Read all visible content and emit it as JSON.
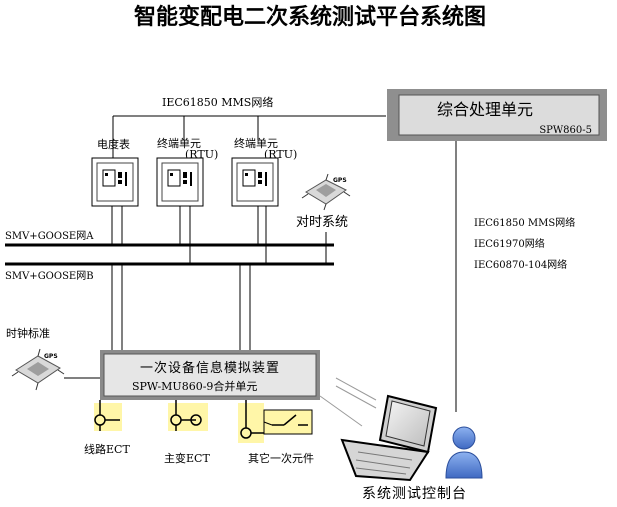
{
  "title": "智能变配电二次系统测试平台系统图",
  "top_network_label": "IEC61850 MMS网络",
  "processing_unit": {
    "title": "综合处理单元",
    "model": "SPW860-5"
  },
  "devices": [
    {
      "label": "电度表",
      "sub": ""
    },
    {
      "label": "终端单元",
      "sub": "(RTU)"
    },
    {
      "label": "终端单元",
      "sub": "(RTU)"
    }
  ],
  "gps_top_label": "对时系统",
  "gps_badge": "GPS",
  "bus_a_label": "SMV+GOOSE网A",
  "bus_b_label": "SMV+GOOSE网B",
  "right_networks": [
    "IEC61850 MMS网络",
    "IEC61970网络",
    "IEC60870-104网络"
  ],
  "clock_label": "时钟标准",
  "simulator": {
    "title": "一次设备信息模拟装置",
    "subtitle": "SPW-MU860-9合并单元"
  },
  "bottom_labels": [
    "线路ECT",
    "主变ECT",
    "其它一次元件"
  ],
  "console_label": "系统测试控制台",
  "colors": {
    "panel_border": "#6b6b6b",
    "panel_fill": "#d3d3d3",
    "bus": "#000000",
    "yellow": "#fff6a8",
    "person": "#4f7fd6"
  }
}
